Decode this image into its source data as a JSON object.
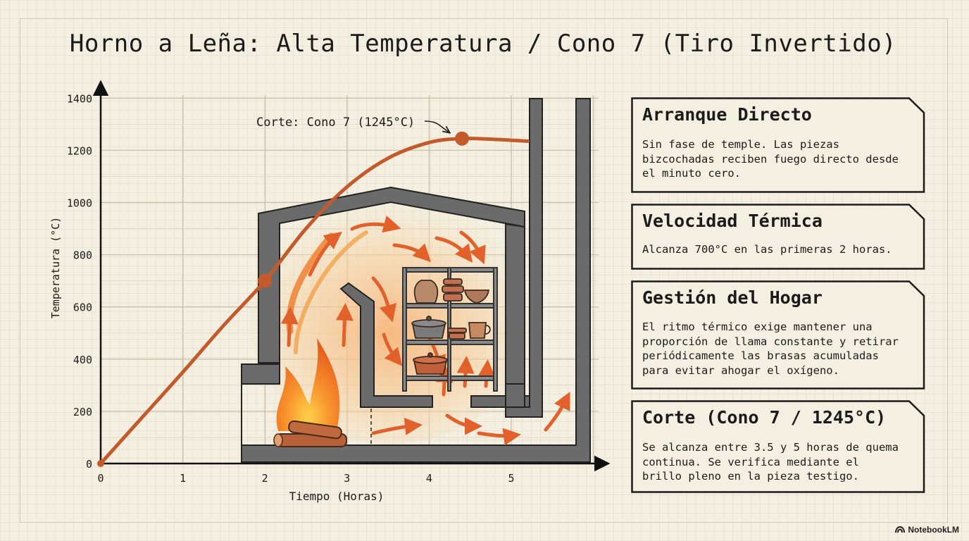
{
  "title": "Horno a Leña: Alta Temperatura / Cono 7 (Tiro Invertido)",
  "chart_data": {
    "type": "line",
    "title": "Horno a Leña: Alta Temperatura / Cono 7 (Tiro Invertido)",
    "xlabel": "Tiempo (Horas)",
    "ylabel": "Temperatura (°C)",
    "xlim": [
      0,
      6
    ],
    "ylim": [
      0,
      1400
    ],
    "xticks": [
      0,
      1,
      2,
      3,
      4,
      5
    ],
    "yticks": [
      0,
      200,
      400,
      600,
      800,
      1000,
      1200,
      1400
    ],
    "grid": true,
    "series": [
      {
        "x": [
          0,
          0.5,
          1.0,
          1.5,
          2.0,
          2.5,
          3.0,
          3.5,
          4.0,
          4.4,
          4.8,
          5.2
        ],
        "values": [
          0,
          175,
          350,
          530,
          700,
          900,
          1060,
          1170,
          1230,
          1245,
          1242,
          1235
        ],
        "color": "#c25a2c"
      }
    ],
    "markers": [
      {
        "x": 2.0,
        "y": 700
      },
      {
        "x": 4.4,
        "y": 1245
      }
    ],
    "annotations": [
      {
        "text": "Corte: Cono 7 (1245°C)",
        "x": 4.4,
        "y": 1245
      }
    ]
  },
  "cards": [
    {
      "title": "Arranque Directo",
      "text": "Sin fase de temple. Las piezas\nbizcochadas reciben fuego directo desde\nel minuto cero."
    },
    {
      "title": "Velocidad Térmica",
      "text": "Alcanza 700°C en las primeras 2 horas."
    },
    {
      "title": "Gestión del Hogar",
      "text": "El ritmo térmico exige mantener una\nproporción de llama constante y retirar\nperiódicamente las brasas acumuladas\npara evitar ahogar el oxígeno."
    },
    {
      "title": "Corte (Cono 7 / 1245°C)",
      "text": "Se alcanza entre 3.5 y 5 horas de quema\ncontinua. Se verifica mediante el\nbrillo pleno en la pieza testigo."
    }
  ],
  "brand": "NotebookLM",
  "colors": {
    "curve": "#c25a2c",
    "kiln_wall": "#6b6b6b",
    "flame": "#f07a28",
    "card_border": "#1c1c1c"
  }
}
